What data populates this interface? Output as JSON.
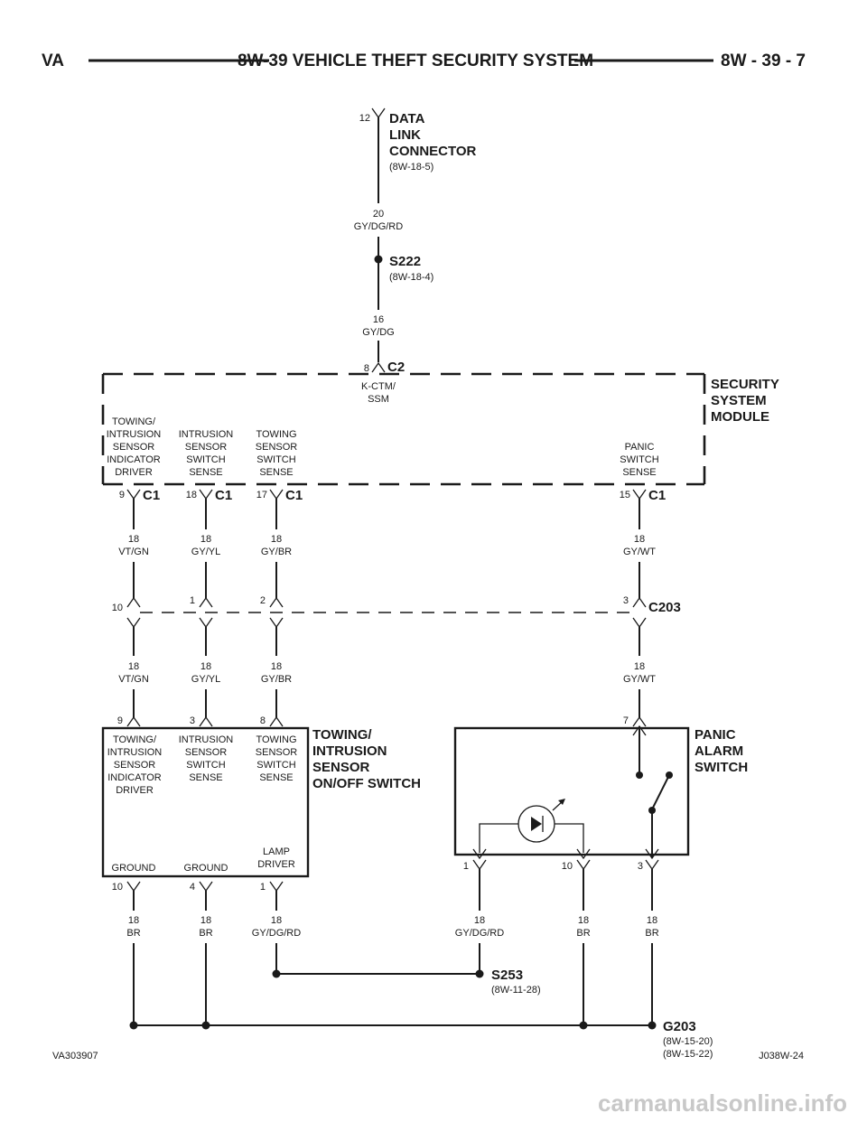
{
  "header": {
    "left": "VA",
    "center": "8W-39 VEHICLE THEFT SECURITY SYSTEM",
    "right": "8W - 39 - 7"
  },
  "dlc": {
    "pin": "12",
    "name": [
      "DATA",
      "LINK",
      "CONNECTOR"
    ],
    "ref": "(8W-18-5)",
    "wire_gauge": "20",
    "wire_color": "GY/DG/RD"
  },
  "s222": {
    "name": "S222",
    "ref": "(8W-18-4)"
  },
  "wire_to_c2": {
    "gauge": "16",
    "color": "GY/DG"
  },
  "c2": {
    "pin": "8",
    "name": "C2",
    "label": [
      "K-CTM/",
      "SSM"
    ]
  },
  "module": {
    "name": [
      "SECURITY",
      "SYSTEM",
      "MODULE"
    ],
    "circuits": [
      {
        "label": [
          "TOWING/",
          "INTRUSION",
          "SENSOR",
          "INDICATOR",
          "DRIVER"
        ],
        "pin": "9",
        "conn": "C1"
      },
      {
        "label": [
          "INTRUSION",
          "SENSOR",
          "SWITCH",
          "SENSE"
        ],
        "pin": "18",
        "conn": "C1"
      },
      {
        "label": [
          "TOWING",
          "SENSOR",
          "SWITCH",
          "SENSE"
        ],
        "pin": "17",
        "conn": "C1"
      },
      {
        "label": [
          "PANIC",
          "SWITCH",
          "SENSE"
        ],
        "pin": "15",
        "conn": "C1"
      }
    ]
  },
  "upper_wires": [
    {
      "gauge": "18",
      "color": "VT/GN"
    },
    {
      "gauge": "18",
      "color": "GY/YL"
    },
    {
      "gauge": "18",
      "color": "GY/BR"
    },
    {
      "gauge": "18",
      "color": "GY/WT"
    }
  ],
  "c203": {
    "name": "C203",
    "pins": [
      "10",
      "1",
      "2",
      "3"
    ]
  },
  "lower_wires": [
    {
      "gauge": "18",
      "color": "VT/GN"
    },
    {
      "gauge": "18",
      "color": "GY/YL"
    },
    {
      "gauge": "18",
      "color": "GY/BR"
    },
    {
      "gauge": "18",
      "color": "GY/WT"
    }
  ],
  "towing_switch": {
    "name": [
      "TOWING/",
      "INTRUSION",
      "SENSOR",
      "ON/OFF SWITCH"
    ],
    "top_pins": [
      "9",
      "3",
      "8"
    ],
    "circuits": [
      [
        "TOWING/",
        "INTRUSION",
        "SENSOR",
        "INDICATOR",
        "DRIVER"
      ],
      [
        "INTRUSION",
        "SENSOR",
        "SWITCH",
        "SENSE"
      ],
      [
        "TOWING",
        "SENSOR",
        "SWITCH",
        "SENSE"
      ]
    ],
    "bottom_labels": [
      [
        "GROUND"
      ],
      [
        "GROUND"
      ],
      [
        "LAMP",
        "DRIVER"
      ]
    ],
    "bottom_pins": [
      "10",
      "4",
      "1"
    ]
  },
  "panic_switch": {
    "name": [
      "PANIC",
      "ALARM",
      "SWITCH"
    ],
    "top_pin": "7",
    "bottom_pins": [
      "1",
      "10",
      "3"
    ]
  },
  "bottom_wires": [
    {
      "gauge": "18",
      "color": "BR"
    },
    {
      "gauge": "18",
      "color": "BR"
    },
    {
      "gauge": "18",
      "color": "GY/DG/RD"
    },
    {
      "gauge": "18",
      "color": "GY/DG/RD"
    },
    {
      "gauge": "18",
      "color": "BR"
    },
    {
      "gauge": "18",
      "color": "BR"
    }
  ],
  "s253": {
    "name": "S253",
    "ref": "(8W-11-28)"
  },
  "g203": {
    "name": "G203",
    "refs": [
      "(8W-15-20)",
      "(8W-15-22)"
    ]
  },
  "footer": {
    "left": "VA303907",
    "right": "J038W-24"
  },
  "watermark": "carmanualsonline.info"
}
